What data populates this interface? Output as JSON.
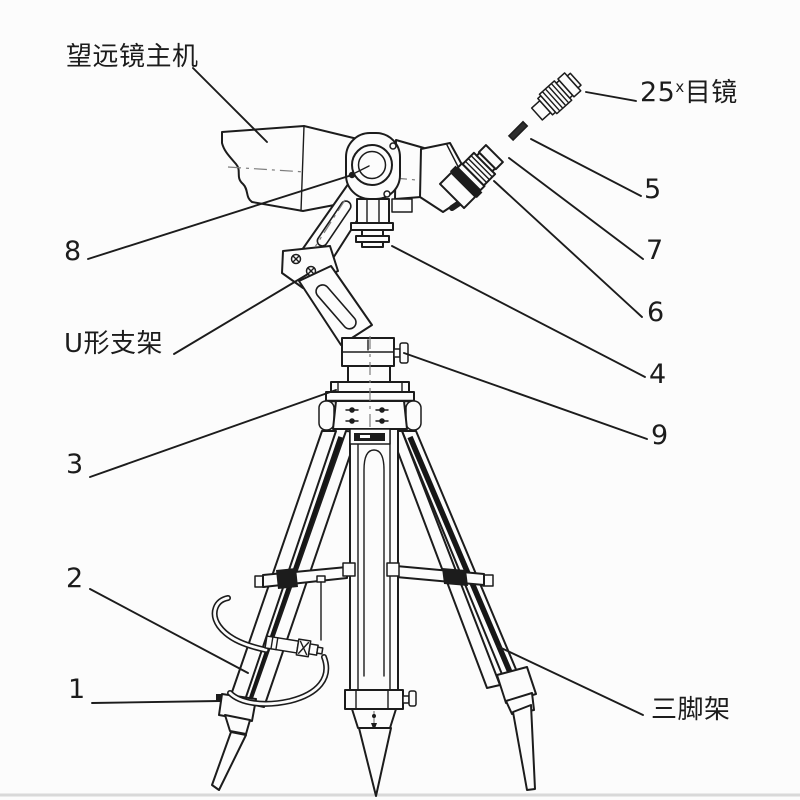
{
  "colors": {
    "ink": "#1c1c1c",
    "paper": "#fcfcfc",
    "ground_line": "#d9d9d9"
  },
  "labels": {
    "telescope_main": {
      "text": "望远镜主机"
    },
    "u_bracket": {
      "text": "U形支架"
    },
    "tripod": {
      "text": "三脚架"
    },
    "eyepiece": {
      "num": "25",
      "sup": "x",
      "name": "目镜"
    },
    "n1": {
      "text": "1"
    },
    "n2": {
      "text": "2"
    },
    "n3": {
      "text": "3"
    },
    "n4": {
      "text": "4"
    },
    "n5": {
      "text": "5"
    },
    "n6": {
      "text": "6"
    },
    "n7": {
      "text": "7"
    },
    "n8": {
      "text": "8"
    },
    "n9": {
      "text": "9"
    }
  }
}
